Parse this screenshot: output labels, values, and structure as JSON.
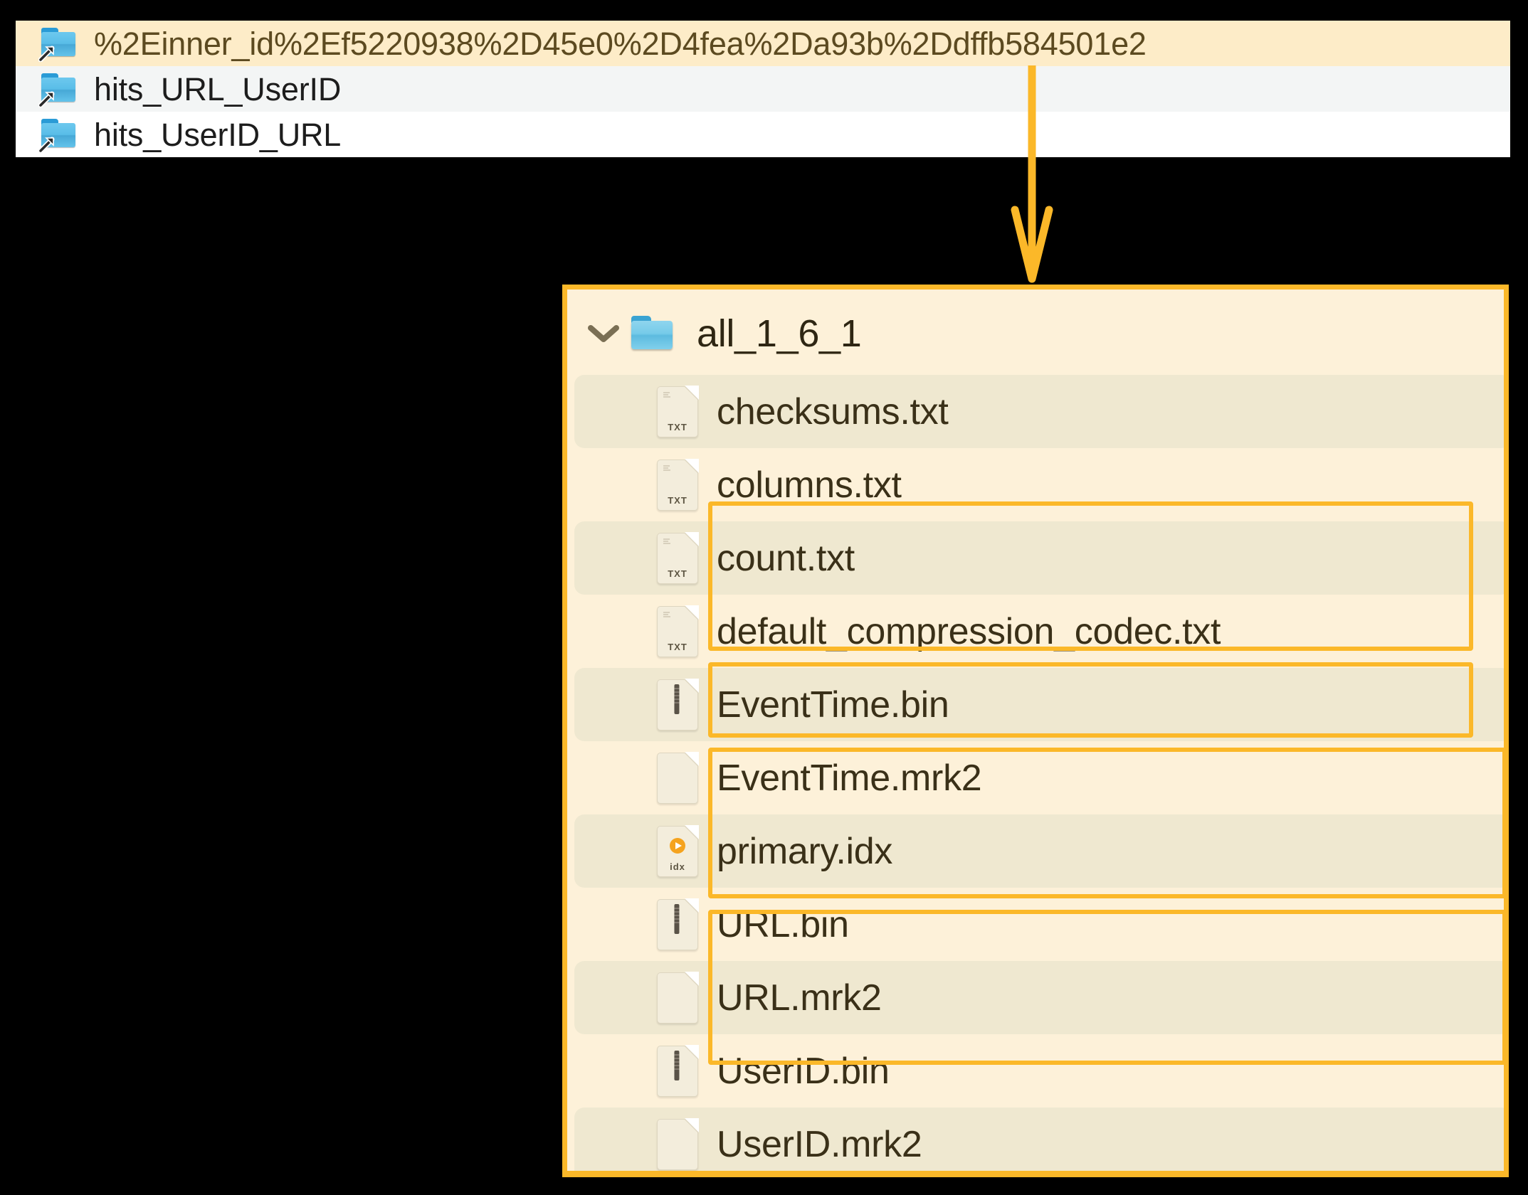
{
  "top_list": {
    "name": "folder-shortcut-list",
    "rows": [
      {
        "label": "%2Einner_id%2Ef5220938%2D45e0%2D4fea%2Da93b%2Ddffb584501e2",
        "icon": "folder-shortcut-icon",
        "state": "selected"
      },
      {
        "label": "hits_URL_UserID",
        "icon": "folder-shortcut-icon",
        "state": "stripe"
      },
      {
        "label": "hits_UserID_URL",
        "icon": "folder-shortcut-icon",
        "state": "plain"
      }
    ]
  },
  "connector": {
    "name": "down-arrow-connector",
    "color": "#fbb829"
  },
  "detail_panel": {
    "name": "part-directory-listing",
    "border_color": "#fbb829",
    "background": "#fdf1d9",
    "header": {
      "chevron": "chevron-down-icon",
      "folder_icon": "folder-open-icon",
      "label": "all_1_6_1"
    },
    "files": [
      {
        "label": "checksums.txt",
        "icon": "txt-file-icon",
        "tag": "TXT",
        "stripe": true
      },
      {
        "label": "columns.txt",
        "icon": "txt-file-icon",
        "tag": "TXT",
        "stripe": false
      },
      {
        "label": "count.txt",
        "icon": "txt-file-icon",
        "tag": "TXT",
        "stripe": true
      },
      {
        "label": "default_compression_codec.txt",
        "icon": "txt-file-icon",
        "tag": "TXT",
        "stripe": false
      },
      {
        "label": "EventTime.bin",
        "icon": "bin-file-icon",
        "tag": "",
        "stripe": true
      },
      {
        "label": "EventTime.mrk2",
        "icon": "blank-file-icon",
        "tag": "",
        "stripe": false
      },
      {
        "label": "primary.idx",
        "icon": "idx-file-icon",
        "tag": "idx",
        "stripe": true
      },
      {
        "label": "URL.bin",
        "icon": "bin-file-icon",
        "tag": "",
        "stripe": false
      },
      {
        "label": "URL.mrk2",
        "icon": "blank-file-icon",
        "tag": "",
        "stripe": true
      },
      {
        "label": "UserID.bin",
        "icon": "bin-file-icon",
        "tag": "",
        "stripe": false
      },
      {
        "label": "UserID.mrk2",
        "icon": "blank-file-icon",
        "tag": "",
        "stripe": true
      }
    ],
    "highlight_groups": [
      {
        "name": "eventtime-highlight",
        "files": [
          "EventTime.bin",
          "EventTime.mrk2"
        ]
      },
      {
        "name": "primary-idx-highlight",
        "files": [
          "primary.idx"
        ]
      },
      {
        "name": "url-highlight",
        "files": [
          "URL.bin",
          "URL.mrk2"
        ]
      },
      {
        "name": "userid-highlight",
        "files": [
          "UserID.bin",
          "UserID.mrk2"
        ]
      }
    ]
  }
}
